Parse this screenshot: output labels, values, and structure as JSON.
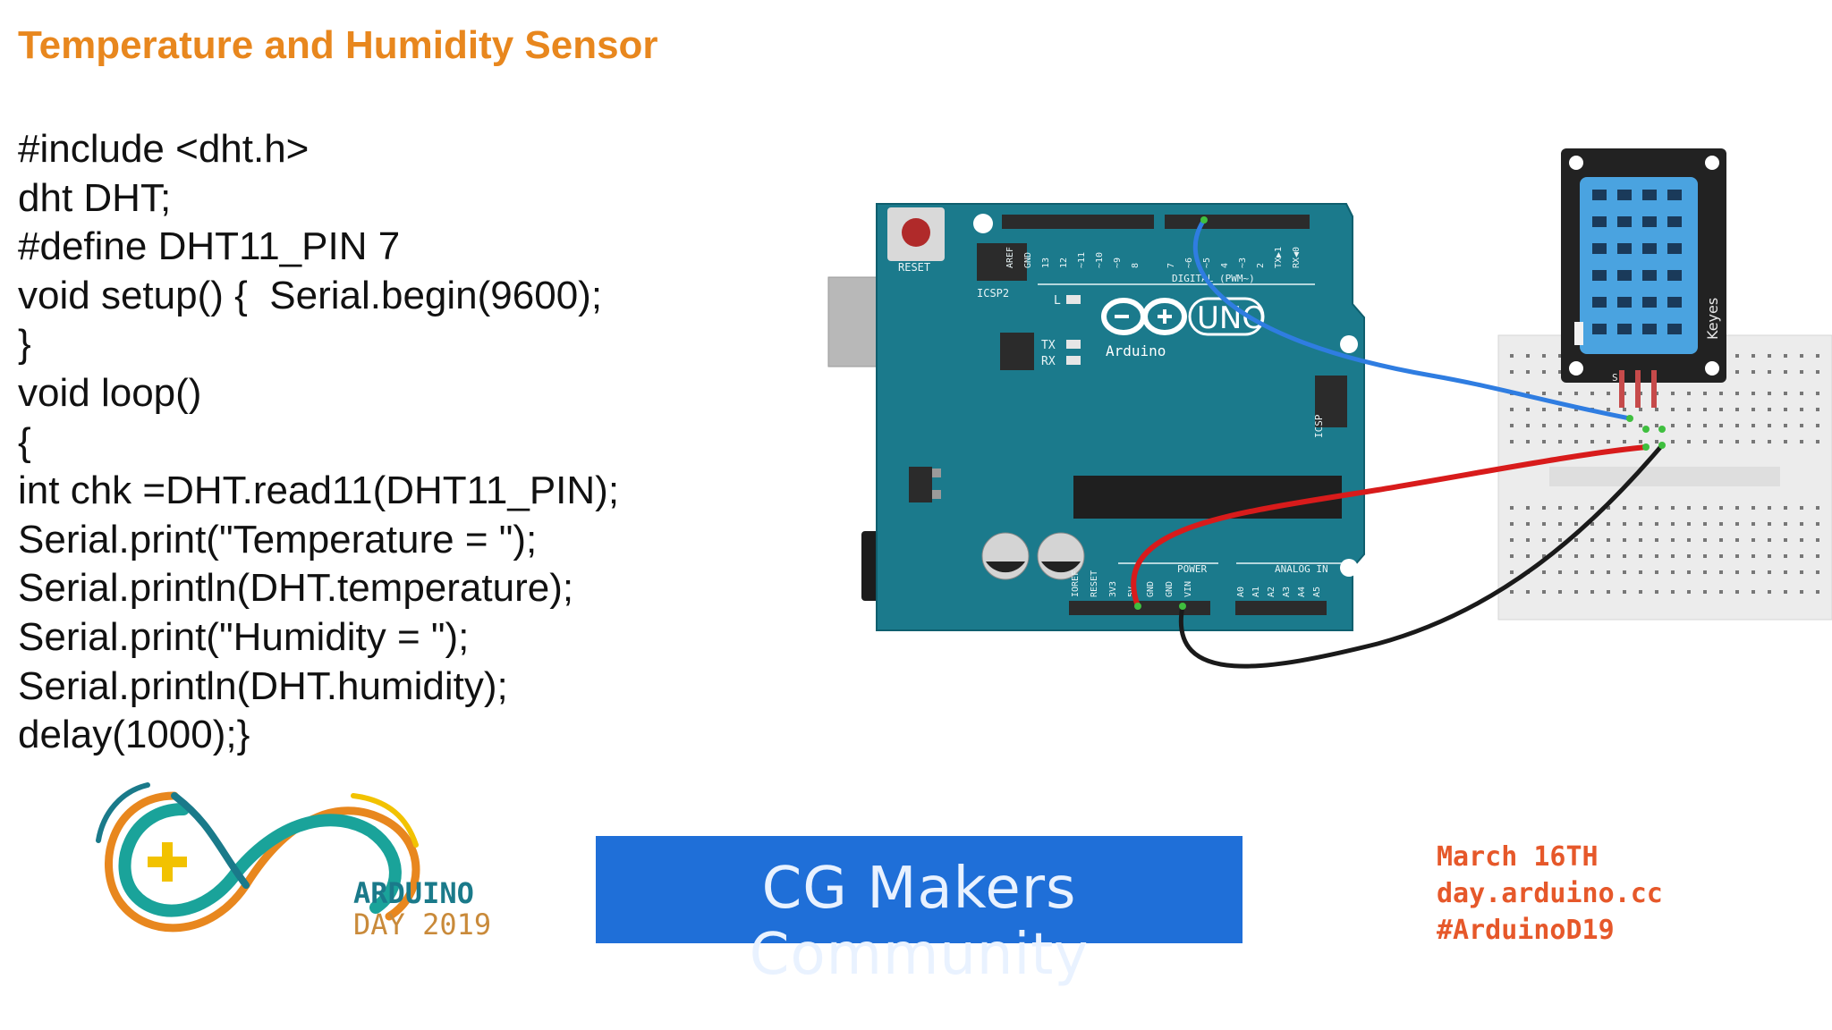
{
  "title": "Temperature and Humidity Sensor",
  "code_lines": [
    "#include <dht.h>",
    "dht DHT;",
    "#define DHT11_PIN 7",
    "void setup() {  Serial.begin(9600);",
    "}",
    "void loop()",
    "{",
    "int chk =DHT.read11(DHT11_PIN);",
    "Serial.print(\"Temperature = \");",
    "Serial.println(DHT.temperature);",
    "Serial.print(\"Humidity = \");",
    "Serial.println(DHT.humidity);",
    "delay(1000);}"
  ],
  "board": {
    "reset_label": "RESET",
    "icsp2_label": "ICSP2",
    "icsp_label": "ICSP",
    "led_l": "L",
    "led_tx": "TX",
    "led_rx": "RX",
    "brand": "Arduino",
    "model": "UNO",
    "digital_label": "DIGITAL (PWM~)",
    "power_label": "POWER",
    "analog_label": "ANALOG IN",
    "top_pins": [
      "AREF",
      "GND",
      "13",
      "12",
      "~11",
      "~10",
      "~9",
      "8",
      "7",
      "~6",
      "~5",
      "4",
      "~3",
      "2",
      "TX▶1",
      "RX◀0"
    ],
    "power_pins": [
      "IOREF",
      "RESET",
      "3V3",
      "5V",
      "GND",
      "GND",
      "VIN"
    ],
    "analog_pins": [
      "A0",
      "A1",
      "A2",
      "A3",
      "A4",
      "A5"
    ]
  },
  "sensor": {
    "brand": "Keyes",
    "pin_label": "S"
  },
  "wire_colors": {
    "signal": "#2f7de1",
    "power": "#d81b1b",
    "ground": "#1a1a1a"
  },
  "logo": {
    "line1": "ARDUINO",
    "line2": "DAY 2019"
  },
  "banner": {
    "text": "CG Makers Community"
  },
  "event": {
    "date": "March 16TH",
    "url": "day.arduino.cc",
    "hashtag": "#ArduinoD19"
  },
  "colors": {
    "title": "#e8871e",
    "board": "#1b7a8c",
    "banner": "#1f6fd8",
    "event_text": "#e6582a"
  }
}
